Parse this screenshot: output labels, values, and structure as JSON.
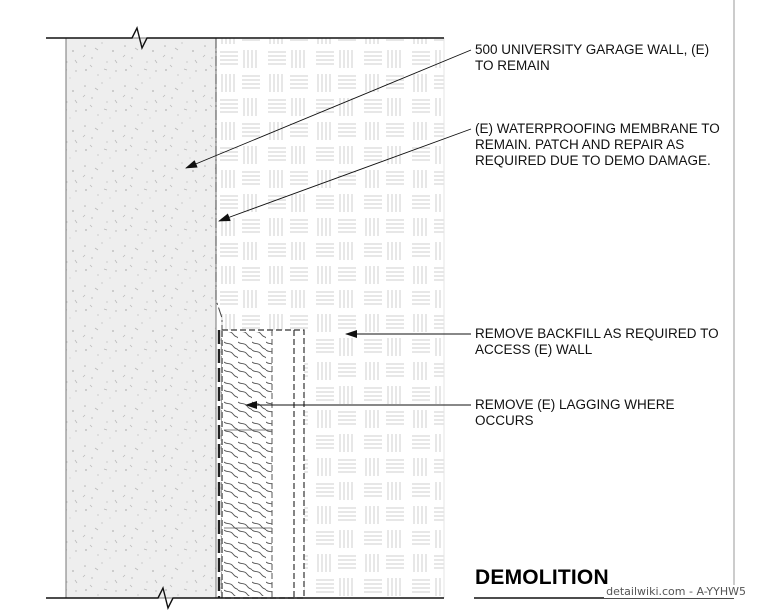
{
  "title": "DEMOLITION",
  "credit": "detailwiki.com - A-YYHW5",
  "notes": [
    "500 UNIVERSITY GARAGE WALL, (E)\nTO REMAIN",
    "(E) WATERPROOFING MEMBRANE TO\nREMAIN. PATCH AND REPAIR AS\nREQUIRED DUE TO DEMO DAMAGE.",
    "REMOVE BACKFILL AS REQUIRED TO\nACCESS (E) WALL",
    "REMOVE (E) LAGGING WHERE\nOCCURS"
  ]
}
